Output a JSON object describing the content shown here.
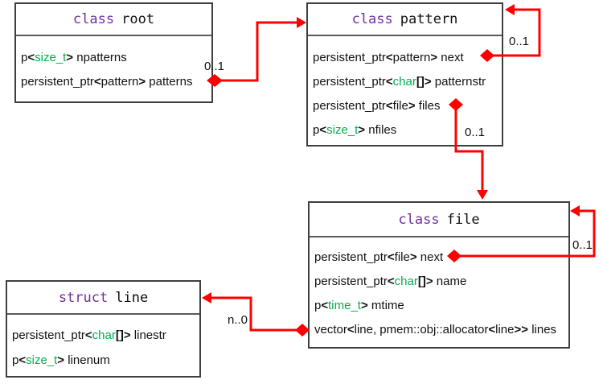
{
  "diagram": {
    "colors": {
      "keyword": "#7030a0",
      "type": "#00b050",
      "arrow": "#fe0000",
      "border": "#3f3f3f"
    },
    "boxes": [
      {
        "id": "root",
        "keyword": "class",
        "name": "root",
        "fields": [
          [
            {
              "t": "p"
            },
            {
              "t": "<",
              "s": "angle"
            },
            {
              "t": "size_t",
              "s": "type"
            },
            {
              "t": ">",
              "s": "angle"
            },
            {
              "t": " npatterns"
            }
          ],
          [
            {
              "t": "persistent_ptr"
            },
            {
              "t": "<",
              "s": "angle"
            },
            {
              "t": "pattern"
            },
            {
              "t": ">",
              "s": "angle"
            },
            {
              "t": " patterns"
            }
          ]
        ]
      },
      {
        "id": "pattern",
        "keyword": "class",
        "name": "pattern",
        "fields": [
          [
            {
              "t": "persistent_ptr"
            },
            {
              "t": "<",
              "s": "angle"
            },
            {
              "t": "pattern"
            },
            {
              "t": ">",
              "s": "angle"
            },
            {
              "t": " next"
            }
          ],
          [
            {
              "t": "persistent_ptr"
            },
            {
              "t": "<",
              "s": "angle"
            },
            {
              "t": "char",
              "s": "type"
            },
            {
              "t": "[]",
              "s": "angle"
            },
            {
              "t": ">",
              "s": "angle"
            },
            {
              "t": " patternstr"
            }
          ],
          [
            {
              "t": "persistent_ptr"
            },
            {
              "t": "<",
              "s": "angle"
            },
            {
              "t": "file"
            },
            {
              "t": ">",
              "s": "angle"
            },
            {
              "t": " files"
            }
          ],
          [
            {
              "t": "p"
            },
            {
              "t": "<",
              "s": "angle"
            },
            {
              "t": "size_t",
              "s": "type"
            },
            {
              "t": ">",
              "s": "angle"
            },
            {
              "t": " nfiles"
            }
          ]
        ]
      },
      {
        "id": "file",
        "keyword": "class",
        "name": "file",
        "fields": [
          [
            {
              "t": "persistent_ptr"
            },
            {
              "t": "<",
              "s": "angle"
            },
            {
              "t": "file"
            },
            {
              "t": ">",
              "s": "angle"
            },
            {
              "t": " next"
            }
          ],
          [
            {
              "t": "persistent_ptr"
            },
            {
              "t": "<",
              "s": "angle"
            },
            {
              "t": "char",
              "s": "type"
            },
            {
              "t": "[]",
              "s": "angle"
            },
            {
              "t": ">",
              "s": "angle"
            },
            {
              "t": " name"
            }
          ],
          [
            {
              "t": "p"
            },
            {
              "t": "<",
              "s": "angle"
            },
            {
              "t": "time_t",
              "s": "type"
            },
            {
              "t": ">",
              "s": "angle"
            },
            {
              "t": " mtime"
            }
          ],
          [
            {
              "t": "vector"
            },
            {
              "t": "<",
              "s": "angle"
            },
            {
              "t": "line, pmem::obj::allocator"
            },
            {
              "t": "<",
              "s": "angle"
            },
            {
              "t": "line"
            },
            {
              "t": ">>",
              "s": "angle"
            },
            {
              "t": " lines"
            }
          ]
        ]
      },
      {
        "id": "line",
        "keyword": "struct",
        "name": "line",
        "fields": [
          [
            {
              "t": "persistent_ptr"
            },
            {
              "t": "<",
              "s": "angle"
            },
            {
              "t": "char",
              "s": "type"
            },
            {
              "t": "[]",
              "s": "angle"
            },
            {
              "t": ">",
              "s": "angle"
            },
            {
              "t": " linestr"
            }
          ],
          [
            {
              "t": "p"
            },
            {
              "t": "<",
              "s": "angle"
            },
            {
              "t": "size_t",
              "s": "type"
            },
            {
              "t": ">",
              "s": "angle"
            },
            {
              "t": " linenum"
            }
          ]
        ]
      }
    ],
    "multiplicity_labels": {
      "root_patterns": "0..1",
      "pattern_next": "0..1",
      "pattern_files": "0..1",
      "file_next": "0..1",
      "file_lines": "n..0"
    }
  }
}
